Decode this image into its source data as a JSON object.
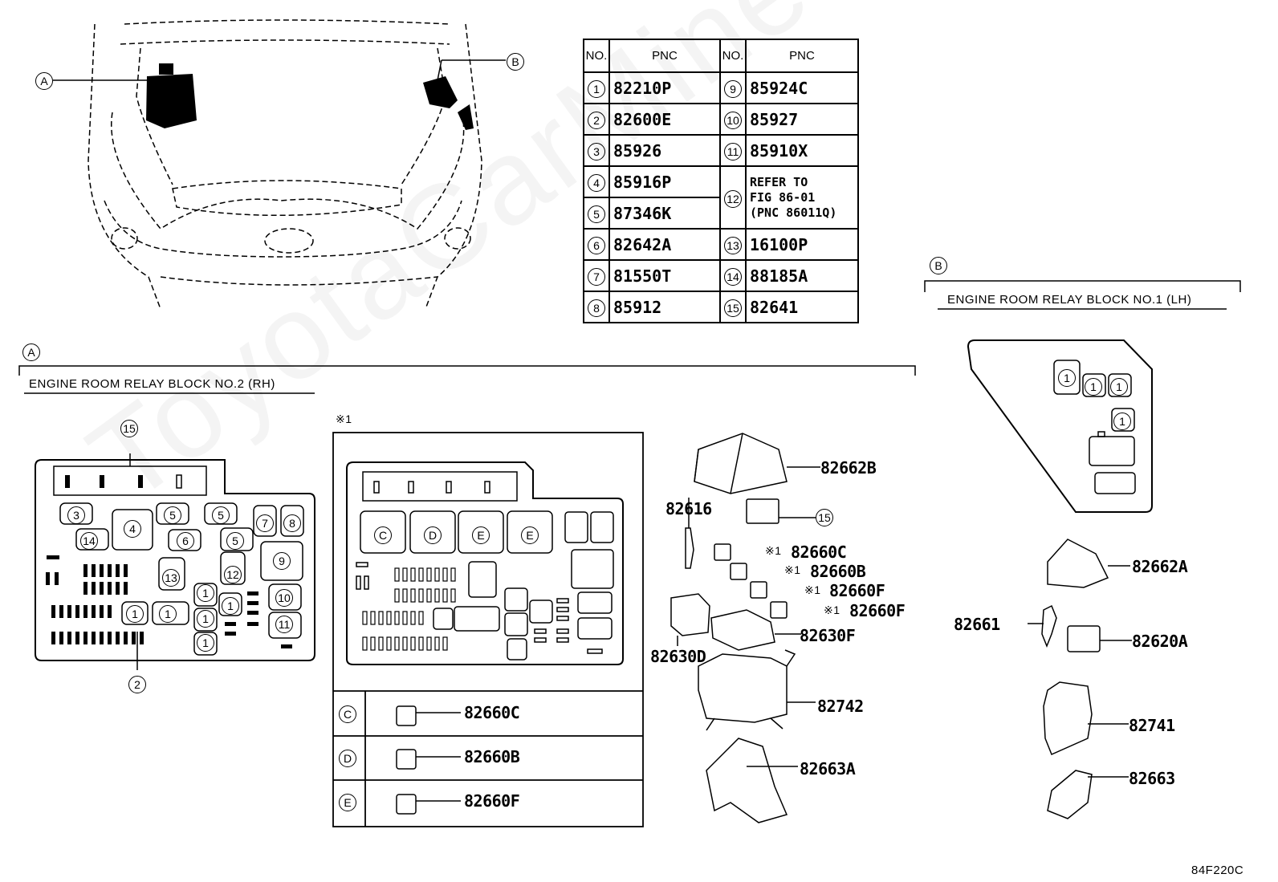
{
  "watermark": "ToyotaCarMine.ru",
  "figure_code": "84F220C",
  "callouts": {
    "a": "A",
    "b": "B"
  },
  "note_mark": "※1",
  "table": {
    "headers": [
      "NO.",
      "PNC",
      "NO.",
      "PNC"
    ],
    "left": [
      {
        "no": "1",
        "pnc": "82210P"
      },
      {
        "no": "2",
        "pnc": "82600E"
      },
      {
        "no": "3",
        "pnc": "85926"
      },
      {
        "no": "4",
        "pnc": "85916P"
      },
      {
        "no": "5",
        "pnc": "87346K"
      },
      {
        "no": "6",
        "pnc": "82642A"
      },
      {
        "no": "7",
        "pnc": "81550T"
      },
      {
        "no": "8",
        "pnc": "85912"
      }
    ],
    "right": [
      {
        "no": "9",
        "pnc": "85924C"
      },
      {
        "no": "10",
        "pnc": "85927"
      },
      {
        "no": "11",
        "pnc": "85910X"
      },
      {
        "no": "12",
        "pnc_lines": [
          "REFER TO",
          "FIG 86-01",
          "(PNC 86011Q)"
        ]
      },
      {
        "no": "13",
        "pnc": "16100P"
      },
      {
        "no": "14",
        "pnc": "88185A"
      },
      {
        "no": "15",
        "pnc": "82641"
      }
    ]
  },
  "section_a": {
    "title": "ENGINE ROOM RELAY BLOCK  NO.2 (RH)"
  },
  "section_b": {
    "title": "ENGINE ROOM RELAY BLOCK NO.1 (LH)"
  },
  "block_a_labels": {
    "c": "C",
    "d": "D",
    "e1": "E",
    "e2": "E"
  },
  "legend_rows": [
    {
      "key": "C",
      "part": "82660C"
    },
    {
      "key": "D",
      "part": "82660B"
    },
    {
      "key": "E",
      "part": "82660F"
    }
  ],
  "parts_a": {
    "p82662B": "82662B",
    "p82616": "82616",
    "p82660C": "82660C",
    "p82660B": "82660B",
    "p82660F_1": "82660F",
    "p82660F_2": "82660F",
    "p82630F": "82630F",
    "p82630D": "82630D",
    "p82742": "82742",
    "p82663A": "82663A"
  },
  "parts_b": {
    "p82662A": "82662A",
    "p82661": "82661",
    "p82620A": "82620A",
    "p82741": "82741",
    "p82663": "82663"
  }
}
